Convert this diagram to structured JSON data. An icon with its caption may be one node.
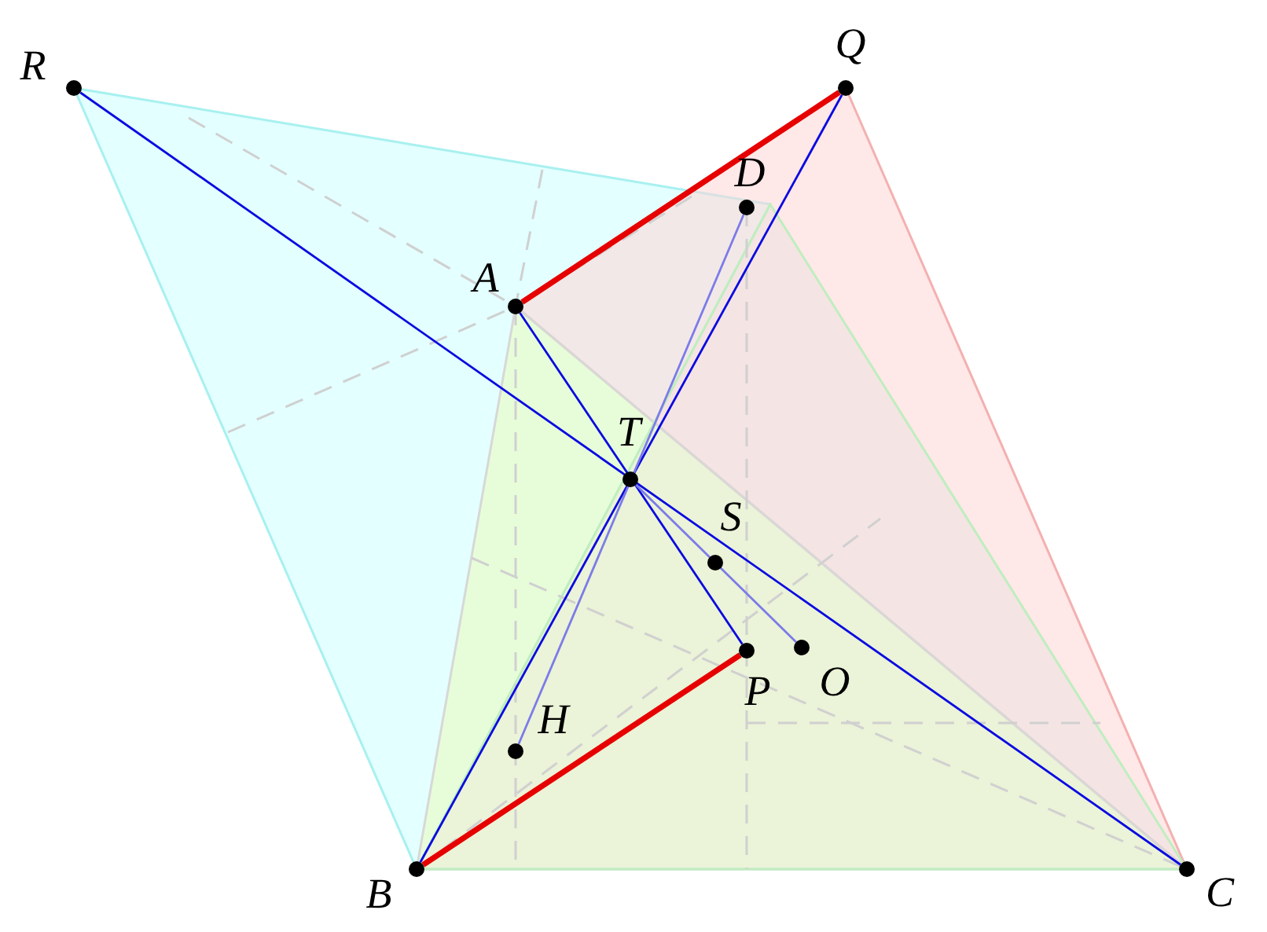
{
  "diagram": {
    "nodes": [
      {
        "text": [
          "R"
        ]
      },
      {
        "text": [
          "Q"
        ]
      },
      {
        "text": [
          "D"
        ]
      },
      {
        "text": [
          "A"
        ]
      },
      {
        "text": [
          "T"
        ]
      },
      {
        "text": [
          "S"
        ]
      },
      {
        "text": [
          "O"
        ]
      },
      {
        "text": [
          "P"
        ]
      },
      {
        "text": [
          "H"
        ]
      },
      {
        "text": [
          "B"
        ]
      },
      {
        "text": [
          "C"
        ]
      }
    ],
    "edges": [
      {
        "from": 0,
        "to": 10,
        "arrow": "none"
      },
      {
        "from": 1,
        "to": 9,
        "arrow": "none"
      },
      {
        "from": 3,
        "to": 7,
        "arrow": "none"
      },
      {
        "from": 3,
        "to": 1,
        "arrow": "none",
        "style": "thick",
        "color": "#e60000"
      },
      {
        "from": 9,
        "to": 7,
        "arrow": "none",
        "style": "thick",
        "color": "#e60000"
      },
      {
        "from": 2,
        "to": 8,
        "arrow": "none",
        "color": "#7b7be8"
      },
      {
        "from": 4,
        "to": 6,
        "arrow": "none",
        "color": "#7b7be8"
      }
    ]
  }
}
